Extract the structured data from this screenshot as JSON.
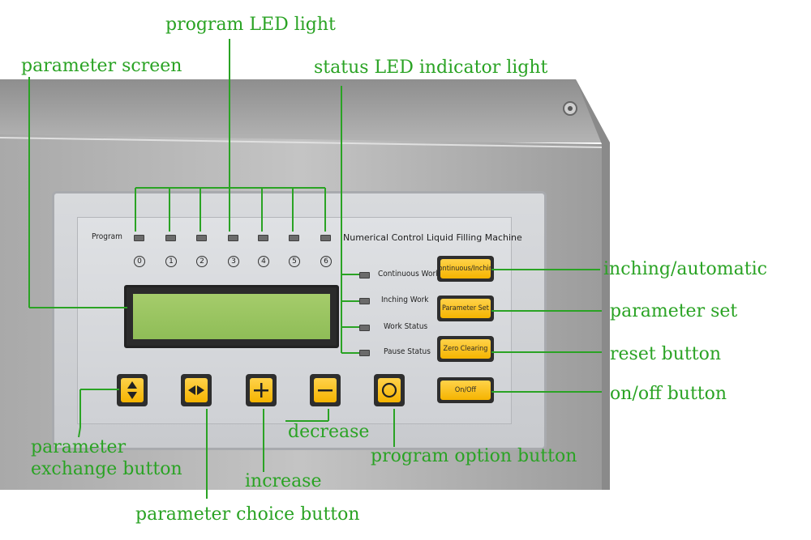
{
  "callouts": {
    "program_led": "program LED light",
    "parameter_screen": "parameter screen",
    "status_led": "status LED indicator light",
    "inching_automatic": "inching/automatic",
    "parameter_set": "parameter set",
    "reset_button": "reset button",
    "onoff_button": "on/off button",
    "param_exchange_1": "parameter",
    "param_exchange_2": "exchange button",
    "decrease": "decrease",
    "program_option": "program option button",
    "increase": "increase",
    "param_choice": "parameter choice button"
  },
  "panel": {
    "program_label": "Program",
    "machine_title": "Numerical Control Liquid Filling Machine",
    "program_numbers": [
      "0",
      "1",
      "2",
      "3",
      "4",
      "5",
      "6"
    ],
    "status_labels": {
      "continuous": "Continuous Work",
      "inching": "Inching Work",
      "work": "Work Status",
      "pause": "Pause Status"
    },
    "buttons": {
      "continuous_inching": "Continuous/Inching",
      "parameter_set": "Parameter Set",
      "zero_clearing": "Zero Clearing",
      "onoff": "On/Off"
    }
  },
  "colors": {
    "annotation": "#2aa324",
    "button_yellow": "#f5b400",
    "lcd_green": "#9cc760"
  }
}
